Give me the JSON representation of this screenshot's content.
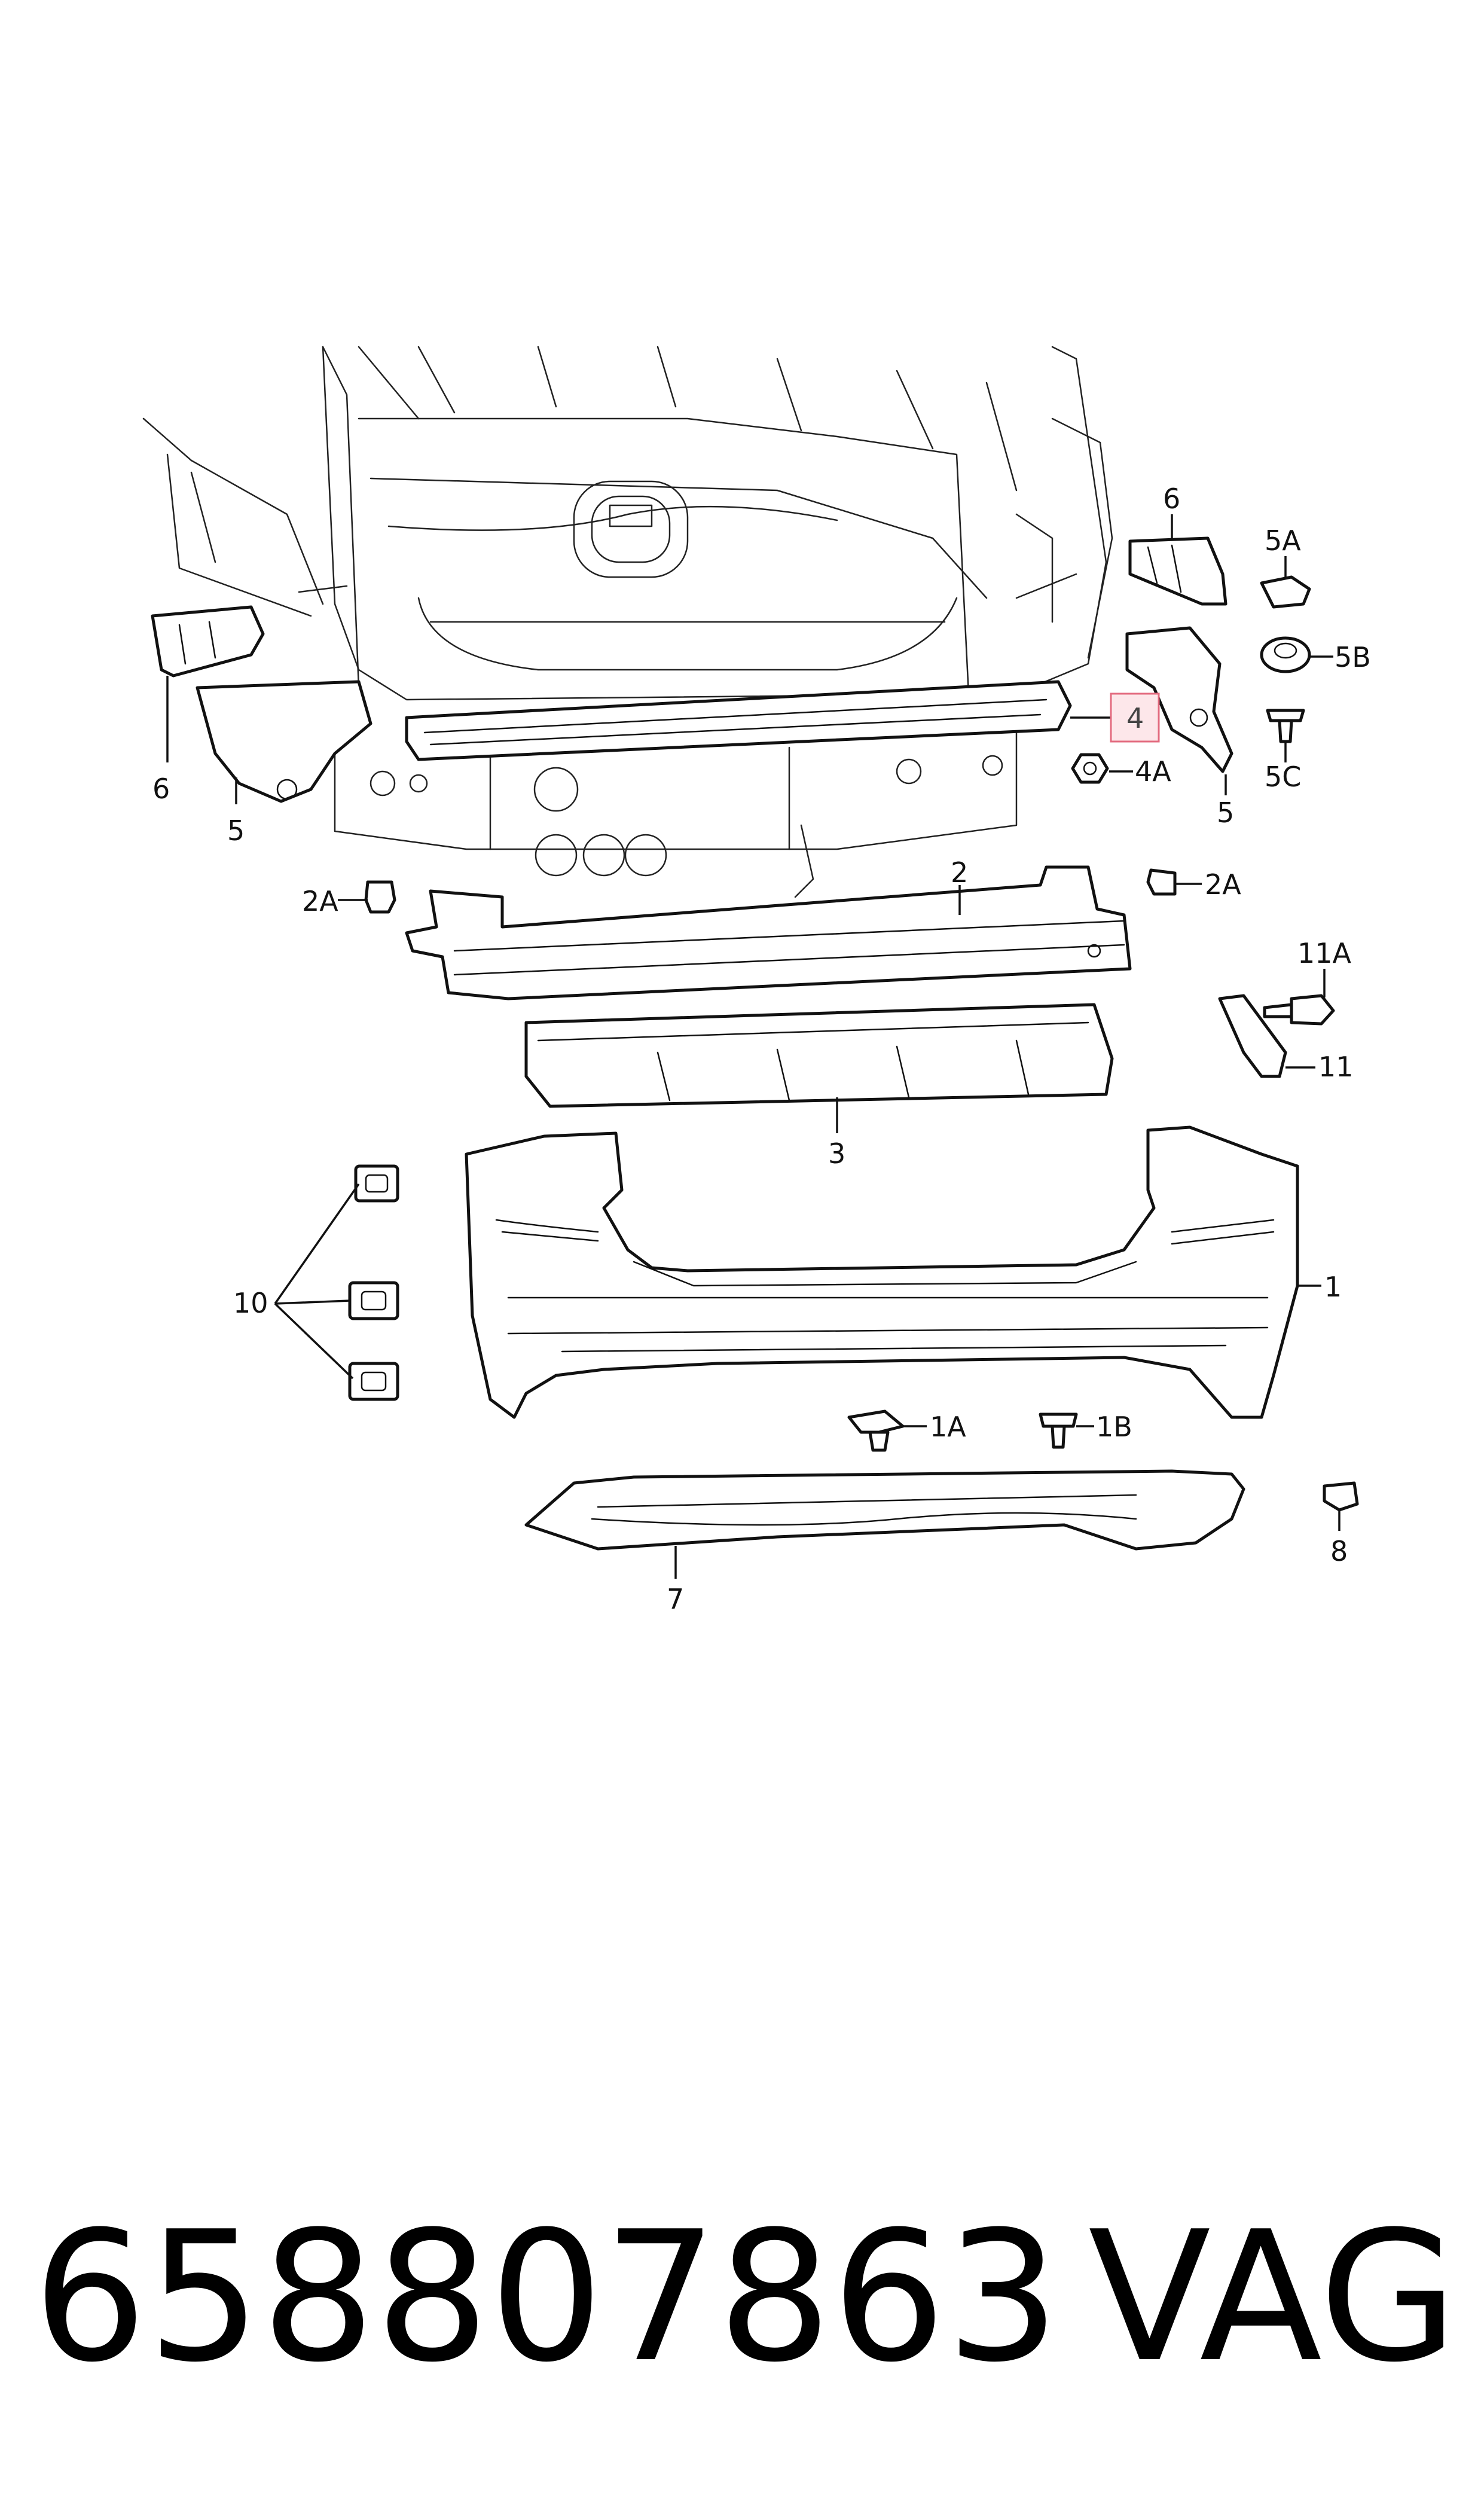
{
  "callouts": {
    "c6_right": "6",
    "c5A": "5A",
    "c5B": "5B",
    "c5C": "5C",
    "c5_right": "5",
    "c4": "4",
    "c4A": "4A",
    "c6_left": "6",
    "c5_left": "5",
    "c2A_left": "2A",
    "c2A_right": "2A",
    "c2": "2",
    "c11A": "11A",
    "c11": "11",
    "c3": "3",
    "c10": "10",
    "c1": "1",
    "c1A": "1A",
    "c1B": "1B",
    "c8": "8",
    "c7": "7"
  },
  "highlight": {
    "callout": "4",
    "color": "#e36b7f",
    "fill": "#fde7ea"
  },
  "footer": {
    "part_number": "658807863",
    "brand": "VAG"
  }
}
